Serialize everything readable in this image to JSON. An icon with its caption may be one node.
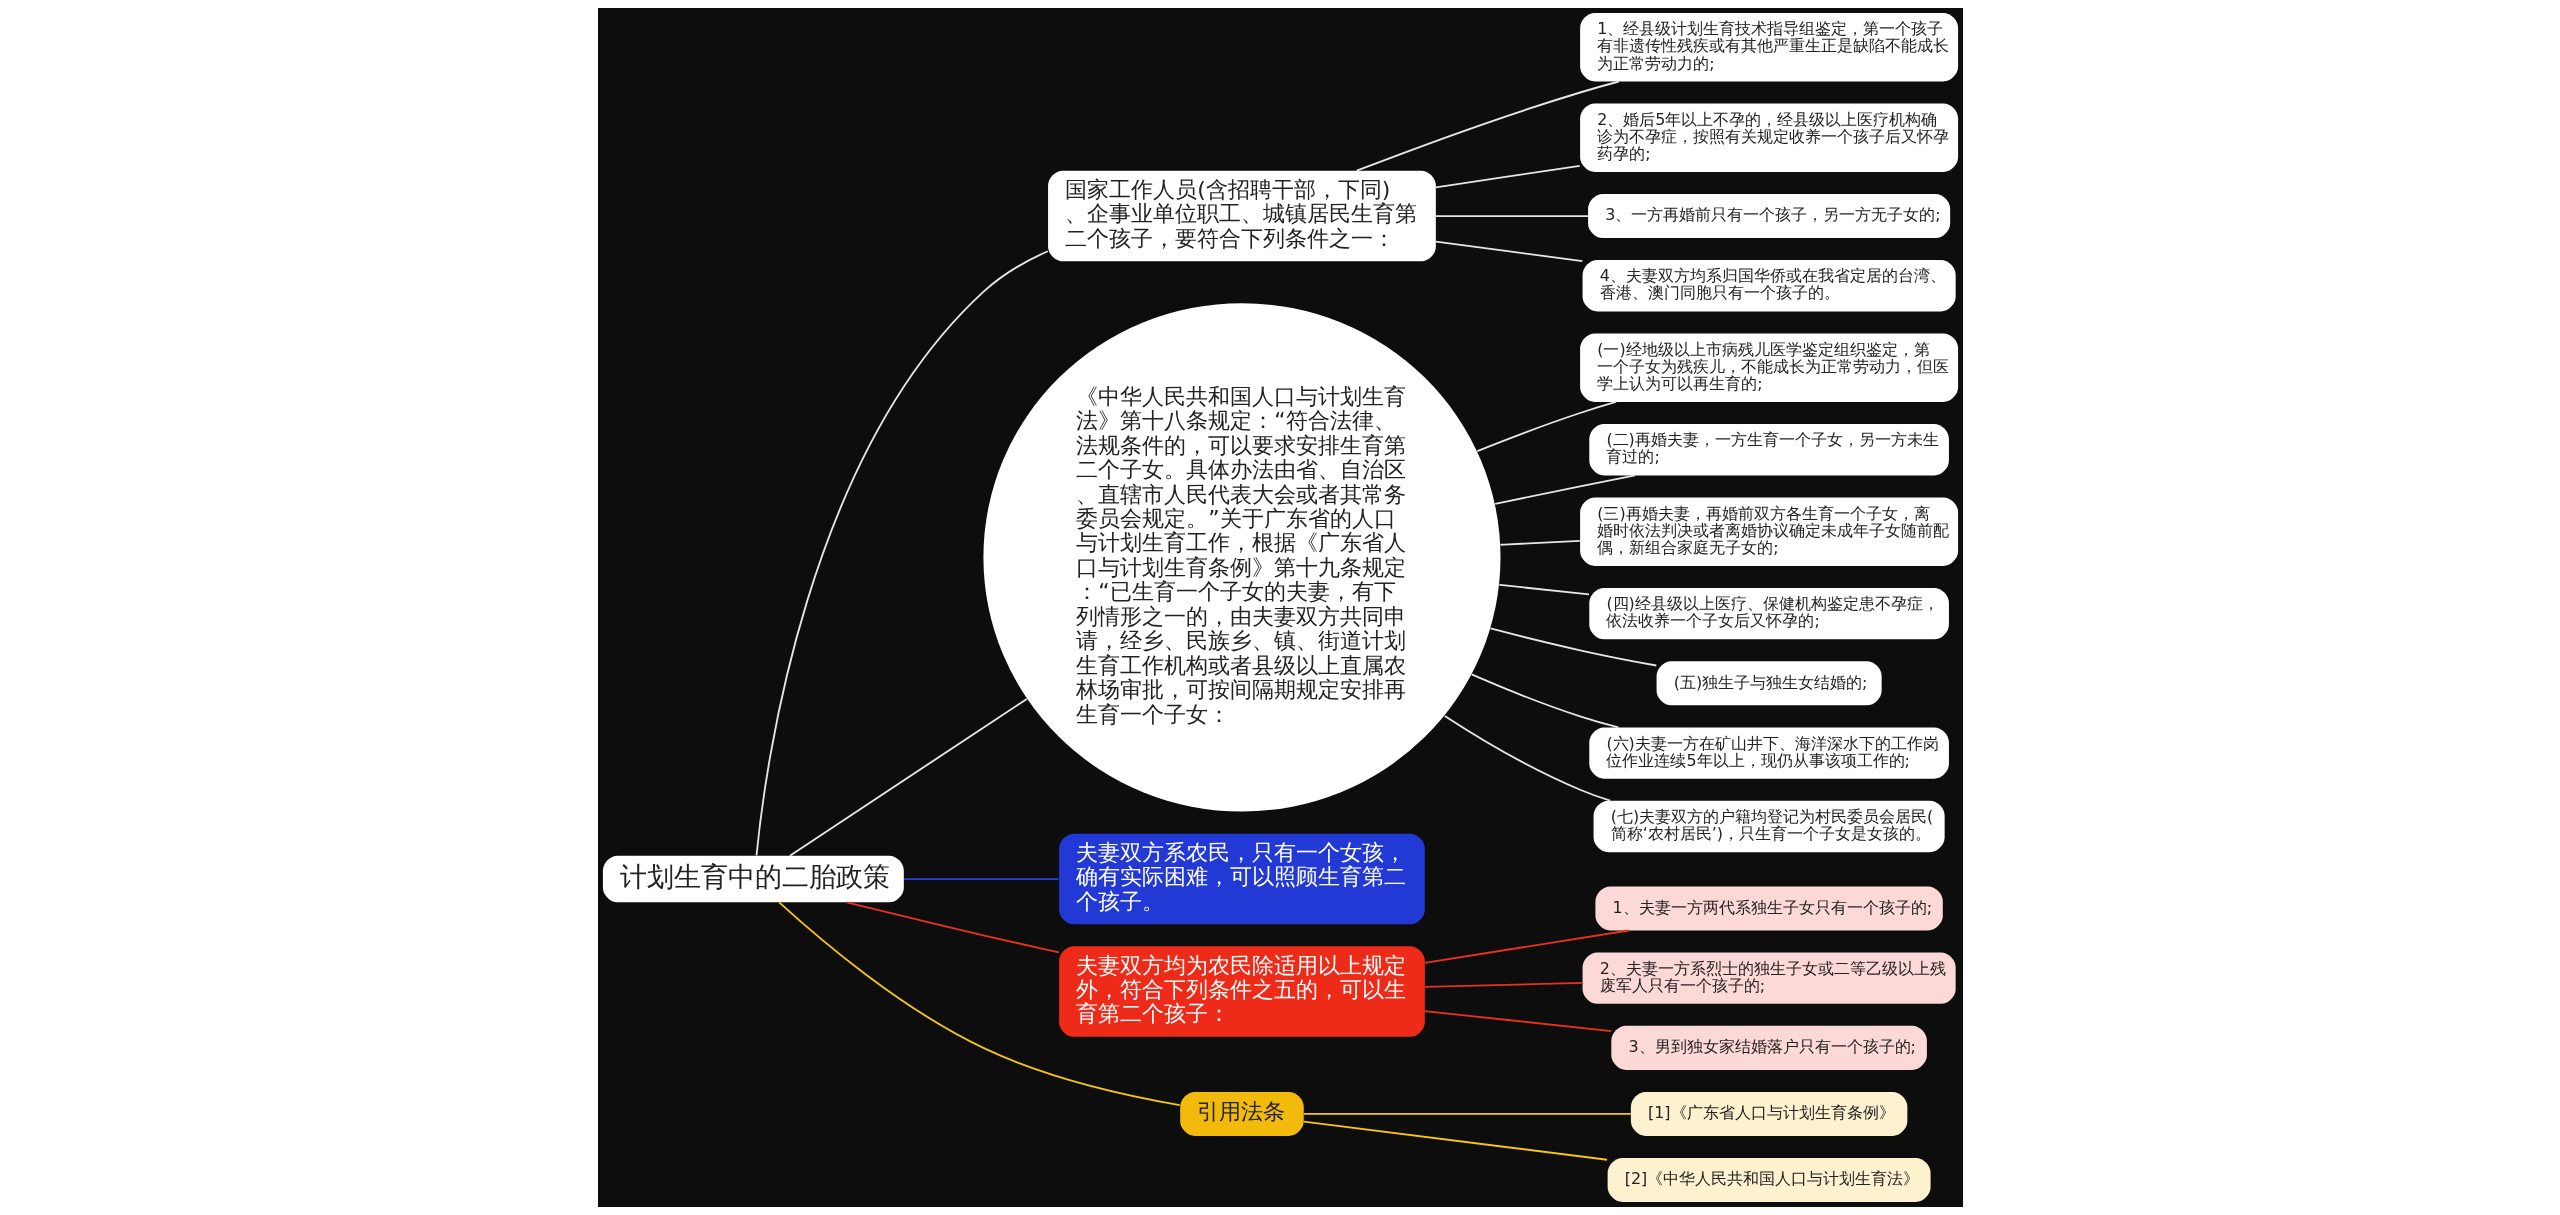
{
  "diagram": {
    "nodes": [
      {
        "text": [
          "计划生育中的二胎政策"
        ]
      },
      {
        "text": [
          "国家工作人员(含招聘干部，下同)、企事业单位职工、城镇居民生育第二个孩子，要符合下列条件之一："
        ]
      },
      {
        "text": [
          "1、经县级计划生育技术指导组鉴定，第一个孩子有非遗传性残疾或有其他严重生正是缺陷不能成长为正常劳动力的;"
        ]
      },
      {
        "text": [
          "2、婚后5年以上不孕的，经县级以上医疗机构确诊为不孕症，按照有关规定收养一个孩子后又怀孕药孕的;"
        ]
      },
      {
        "text": [
          "3、一方再婚前只有一个孩子，另一方无子女的;"
        ]
      },
      {
        "text": [
          "4、夫妻双方均系归国华侨或在我省定居的台湾、香港、澳门同胞只有一个孩子的。"
        ]
      },
      {
        "text": [
          "《中华人民共和国人口与计划生育法》第十八条规定：“符合法律、法规条件的，可以要求安排生育第二个子女。具体办法由省、自治区、直辖市人民代表大会或者其常务委员会规定。”关于广东省的人口与计划生育工作，根据《广东省人口与计划生育条例》第十九条规定：“已生育一个子女的夫妻，有下列情形之一的，由夫妻双方共同申请，经乡、民族乡、镇、街道计划生育工作机构或者县级以上直属农林场审批，可按间隔期规定安排再生育一个子女："
        ]
      },
      {
        "text": [
          "(一)经地级以上市病残儿医学鉴定组织鉴定，第一个子女为残疾儿，不能成长为正常劳动力，但医学上认为可以再生育的;"
        ]
      },
      {
        "text": [
          "(二)再婚夫妻，一方生育一个子女，另一方未生育过的;"
        ]
      },
      {
        "text": [
          "(三)再婚夫妻，再婚前双方各生育一个子女，离婚时依法判决或者离婚协议确定未成年子女随前配偶，新组合家庭无子女的;"
        ]
      },
      {
        "text": [
          "(四)经县级以上医疗、保健机构鉴定患不孕症，依法收养一个子女后又怀孕的;"
        ]
      },
      {
        "text": [
          "(五)独生子与独生女结婚的;"
        ]
      },
      {
        "text": [
          "(六)夫妻一方在矿山井下、海洋深水下的工作岗位作业连续5年以上，现仍从事该项工作的;"
        ]
      },
      {
        "text": [
          "(七)夫妻双方的户籍均登记为村民委员会居民(简称‘农村居民’)，只生育一个子女是女孩的。"
        ]
      },
      {
        "text": [
          "夫妻双方系农民，只有一个女孩，确有实际困难，可以照顾生育第二个孩子。"
        ]
      },
      {
        "text": [
          "夫妻双方均为农民除适用以上规定外，符合下列条件之五的，可以生育第二个孩子："
        ]
      },
      {
        "text": [
          "1、夫妻一方两代系独生子女只有一个孩子的;"
        ]
      },
      {
        "text": [
          "2、夫妻一方系烈士的独生子女或二等乙级以上残废军人只有一个孩子的;"
        ]
      },
      {
        "text": [
          "3、男到独女家结婚落户只有一个孩子的;"
        ]
      },
      {
        "text": [
          "引用法条"
        ]
      },
      {
        "text": [
          "[1]《广东省人口与计划生育条例》"
        ]
      },
      {
        "text": [
          "[2]《中华人民共和国人口与计划生育法》"
        ]
      }
    ],
    "edges": [
      {
        "from": 0,
        "to": 1,
        "arrow": "none"
      },
      {
        "from": 1,
        "to": 2,
        "arrow": "none"
      },
      {
        "from": 1,
        "to": 3,
        "arrow": "none"
      },
      {
        "from": 1,
        "to": 4,
        "arrow": "none"
      },
      {
        "from": 1,
        "to": 5,
        "arrow": "none"
      },
      {
        "from": 0,
        "to": 6,
        "arrow": "none"
      },
      {
        "from": 6,
        "to": 7,
        "arrow": "none"
      },
      {
        "from": 6,
        "to": 8,
        "arrow": "none"
      },
      {
        "from": 6,
        "to": 9,
        "arrow": "none"
      },
      {
        "from": 6,
        "to": 10,
        "arrow": "none"
      },
      {
        "from": 6,
        "to": 11,
        "arrow": "none"
      },
      {
        "from": 6,
        "to": 12,
        "arrow": "none"
      },
      {
        "from": 6,
        "to": 13,
        "arrow": "none"
      },
      {
        "from": 0,
        "to": 14,
        "arrow": "none",
        "color": "#2b3fd8"
      },
      {
        "from": 0,
        "to": 15,
        "arrow": "none",
        "color": "#e8321e"
      },
      {
        "from": 15,
        "to": 16,
        "arrow": "none",
        "color": "#e8321e"
      },
      {
        "from": 15,
        "to": 17,
        "arrow": "none",
        "color": "#e8321e"
      },
      {
        "from": 15,
        "to": 18,
        "arrow": "none",
        "color": "#e8321e"
      },
      {
        "from": 0,
        "to": 19,
        "arrow": "none",
        "color": "#f5c518"
      },
      {
        "from": 19,
        "to": 20,
        "arrow": "none",
        "color": "#f5c518"
      },
      {
        "from": 19,
        "to": 21,
        "arrow": "none",
        "color": "#f5c518"
      }
    ]
  }
}
